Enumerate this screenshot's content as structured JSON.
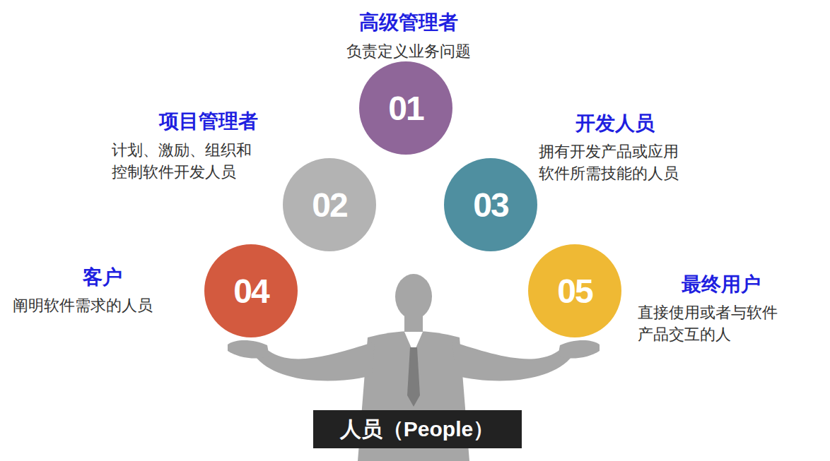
{
  "diagram": {
    "nodes": [
      {
        "text": [
          "01",
          "高级管理者",
          "负责定义业务问题"
        ]
      },
      {
        "text": [
          "02",
          "项目管理者",
          "计划、激励、组织和 控制软件开发人员"
        ]
      },
      {
        "text": [
          "03",
          "开发人员",
          "拥有开发产品或应用 软件所需技能的人员"
        ]
      },
      {
        "text": [
          "04",
          "客户",
          "阐明软件需求的人员"
        ]
      },
      {
        "text": [
          "05",
          "最终用户",
          "直接使用或者与软件 产品交互的人"
        ]
      },
      {
        "text": [
          "人员（People）"
        ]
      }
    ]
  }
}
